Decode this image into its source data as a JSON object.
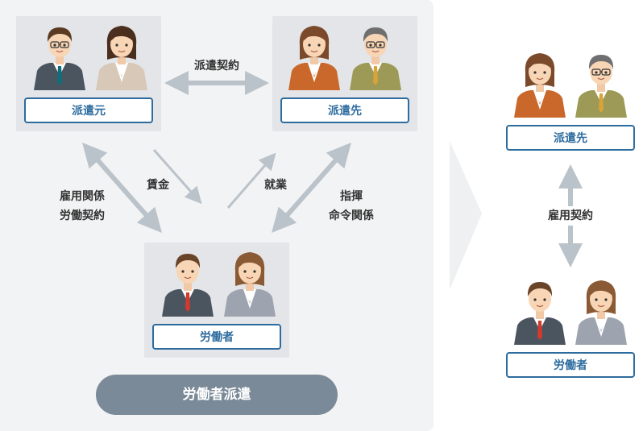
{
  "left": {
    "boxes": {
      "haken_moto": {
        "label": "派遣元"
      },
      "haken_saki": {
        "label": "派遣先"
      },
      "roudousha": {
        "label": "労働者"
      }
    },
    "relations": {
      "haken_keiyaku": "派遣契約",
      "koyou_kankei_line1": "雇用関係",
      "koyou_kankei_line2": "労働契約",
      "chingin": "賃金",
      "shuugyou": "就業",
      "shiki_line1": "指揮",
      "shiki_line2": "命令関係"
    },
    "caption": "労働者派遣"
  },
  "right": {
    "top_label": "派遣先",
    "relation": "雇用契約",
    "bottom_label": "労働者"
  },
  "colors": {
    "arrow": "#bac2ca",
    "label_border": "#2d6c9e",
    "panel": "#f2f3f4",
    "box": "#e3e5e8",
    "caption_bg": "#7a8a98"
  }
}
